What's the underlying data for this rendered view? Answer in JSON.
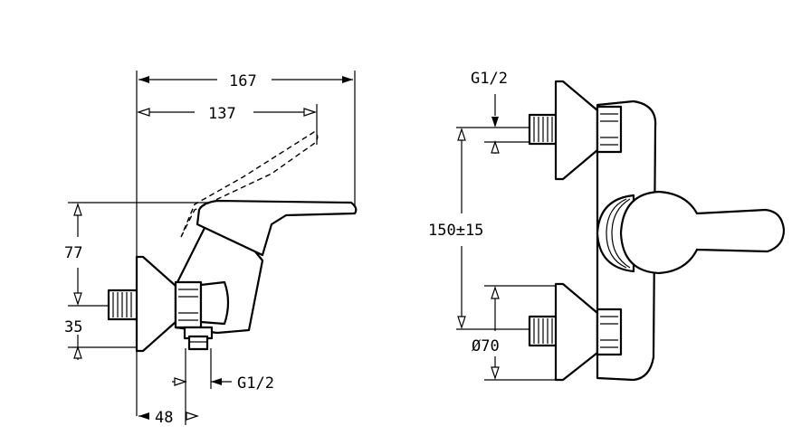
{
  "side_view": {
    "dim_overall_length": "167",
    "dim_lever_reach": "137",
    "dim_height_above_axis": "77",
    "dim_height_below_axis": "35",
    "dim_outlet_offset": "48",
    "outlet_thread": "G1/2"
  },
  "front_view": {
    "inlet_thread": "G1/2",
    "dim_inlet_spacing": "150±15",
    "dim_escutcheon_diameter": "Ø70"
  }
}
